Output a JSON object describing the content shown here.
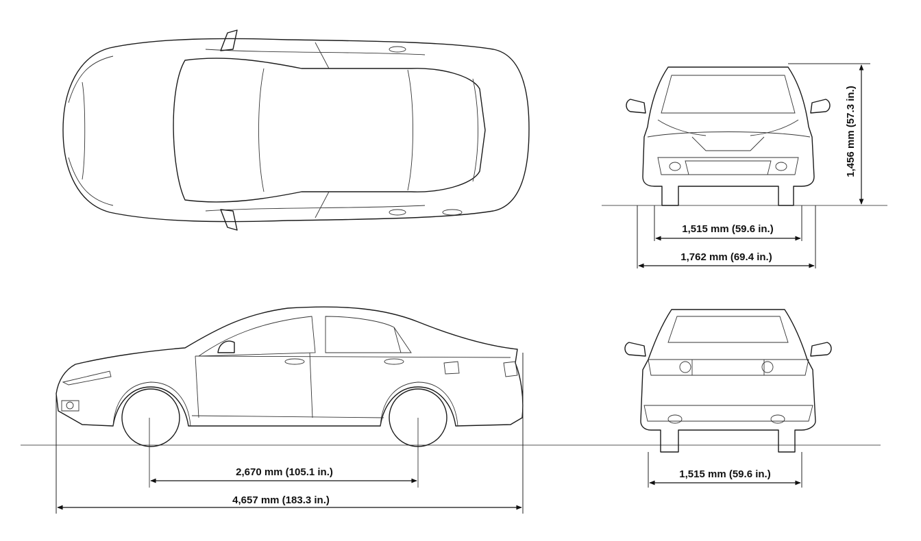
{
  "dimensions": {
    "front_track": "1,515 mm (59.6 in.)",
    "overall_width": "1,762 mm (69.4 in.)",
    "overall_height": "1,456 mm (57.3 in.)",
    "wheelbase": "2,670 mm (105.1 in.)",
    "overall_length": "4,657 mm (183.3 in.)",
    "rear_track": "1,515 mm (59.6 in.)"
  }
}
